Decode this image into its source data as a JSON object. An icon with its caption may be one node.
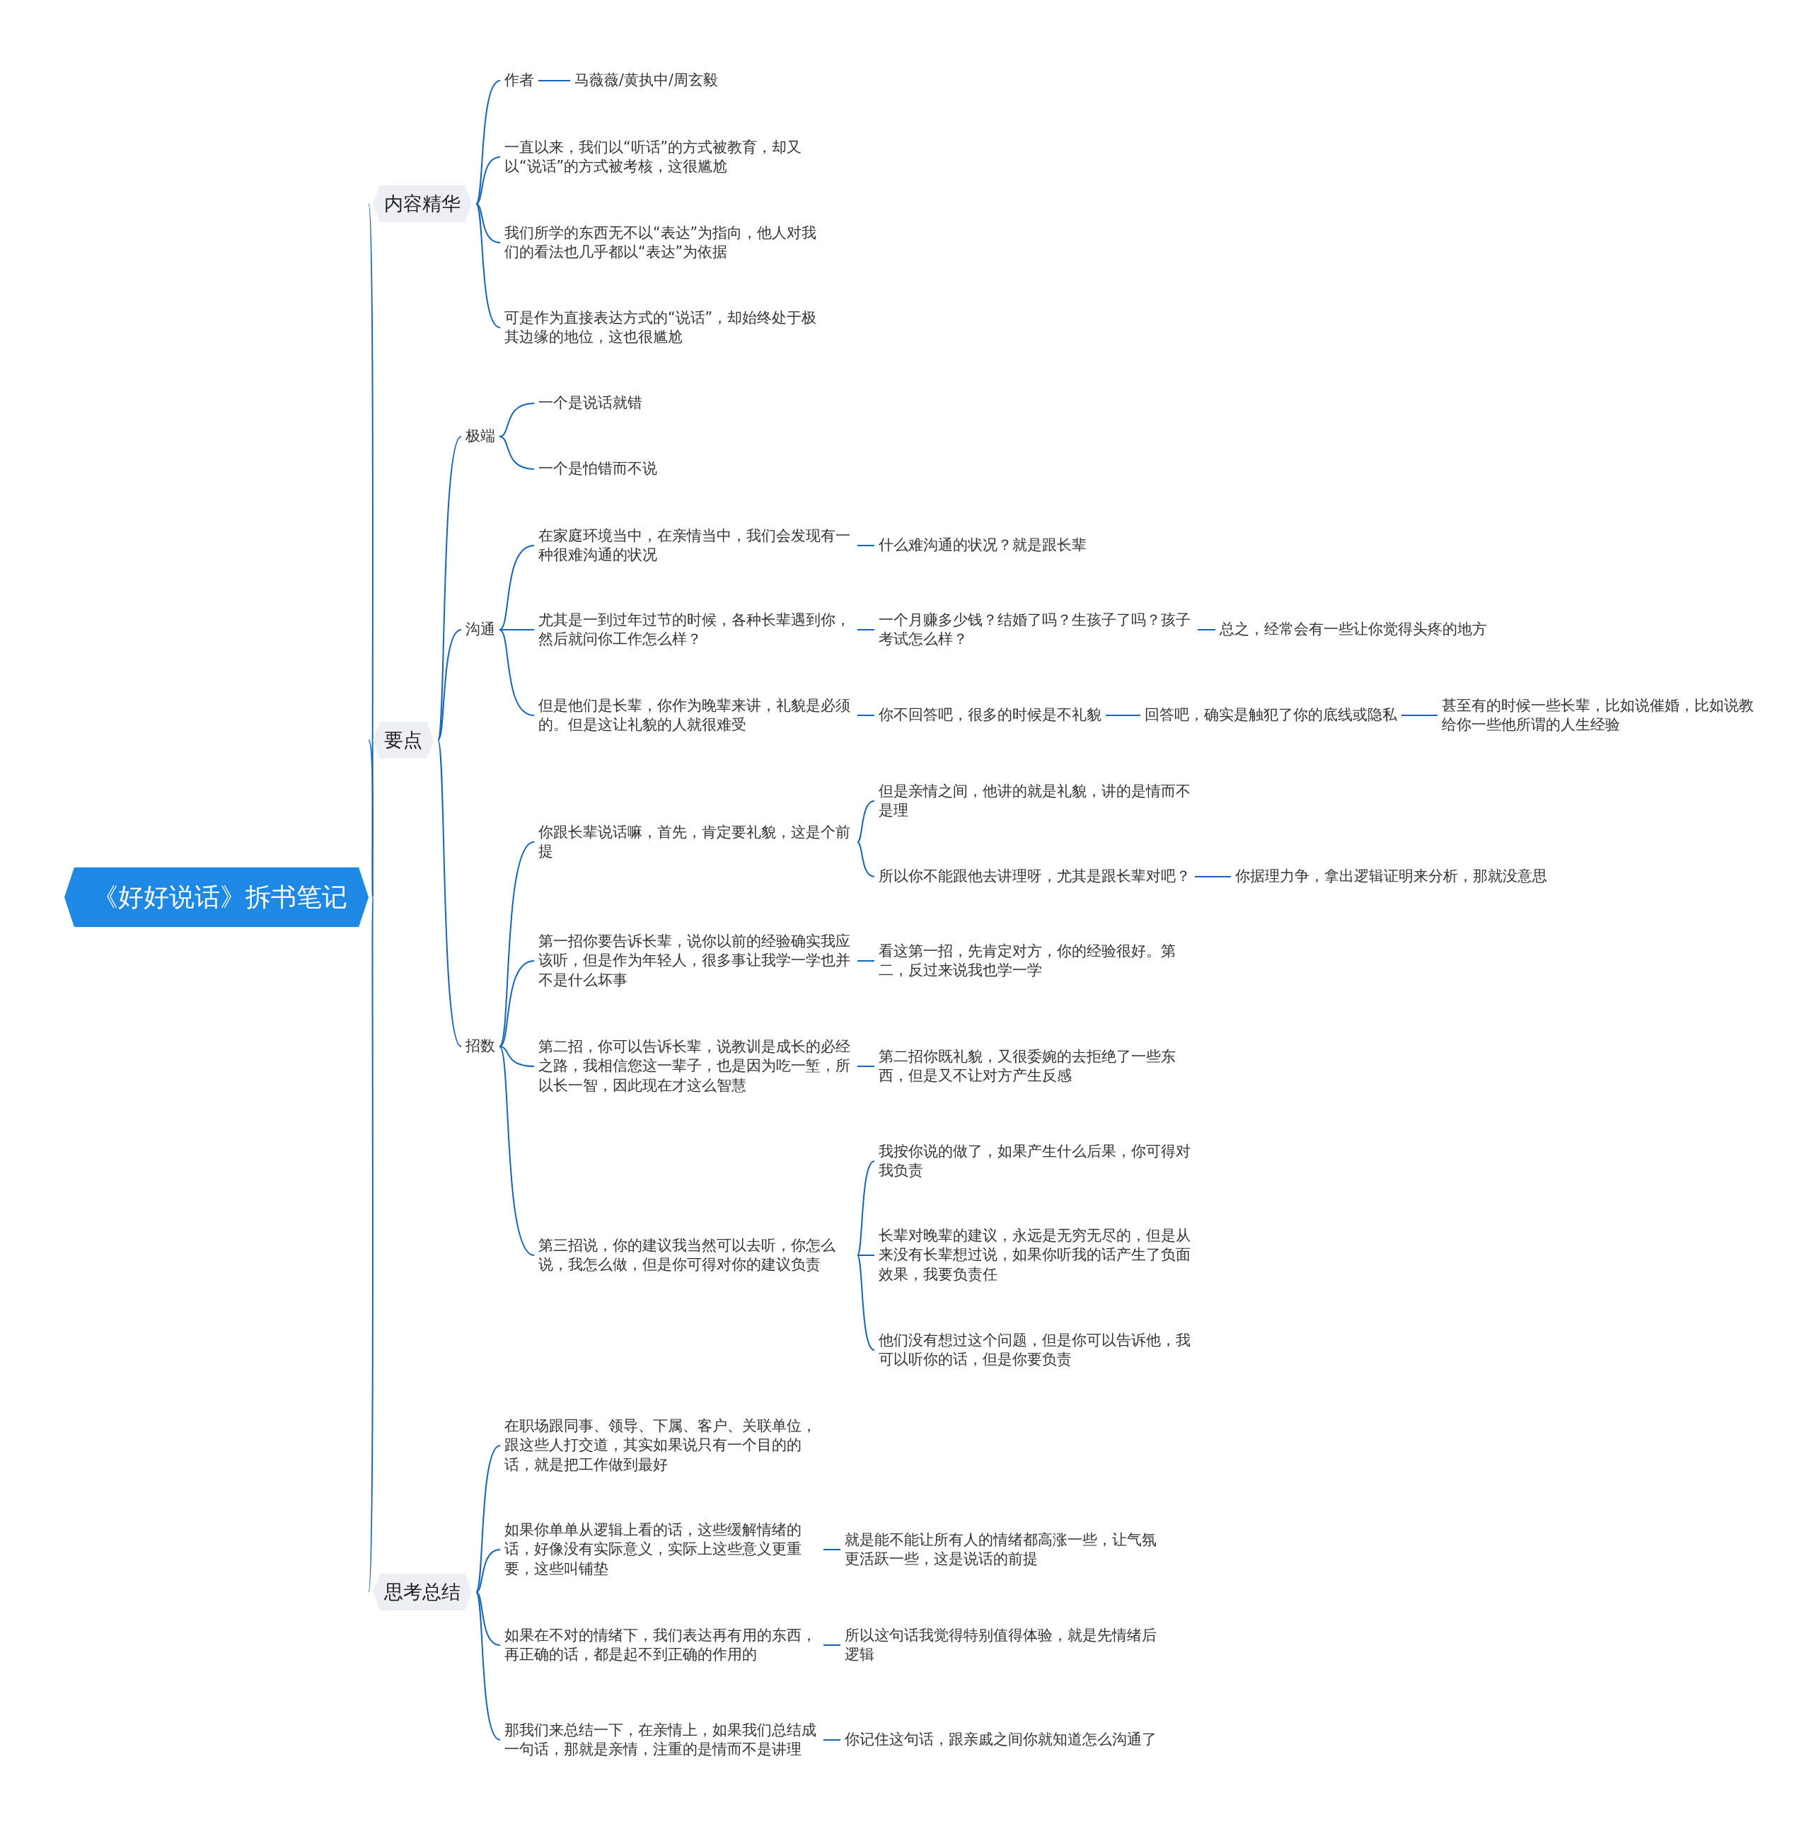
{
  "diagram": {
    "nodes": [
      {
        "text": [
          "《好好说话》拆书笔记"
        ]
      },
      {
        "text": [
          "内容精华"
        ]
      },
      {
        "text": [
          "作者"
        ]
      },
      {
        "text": [
          "马薇薇/黄执中/周玄毅"
        ]
      },
      {
        "text": [
          "一直以来，我们以“听话”的方式被教育，却又以“说话”的方式被考核，这很尴尬"
        ]
      },
      {
        "text": [
          "我们所学的东西无不以“表达”为指向，他人对我们的看法也几乎都以“表达”为依据"
        ]
      },
      {
        "text": [
          "可是作为直接表达方式的“说话”，却始终处于极其边缘的地位，这也很尴尬"
        ]
      },
      {
        "text": [
          "要点"
        ]
      },
      {
        "text": [
          "极端"
        ]
      },
      {
        "text": [
          "一个是说话就错"
        ]
      },
      {
        "text": [
          "一个是怕错而不说"
        ]
      },
      {
        "text": [
          "沟通"
        ]
      },
      {
        "text": [
          "在家庭环境当中，在亲情当中，我们会发现有一种很难沟通的状况"
        ]
      },
      {
        "text": [
          "什么难沟通的状况？就是跟长辈"
        ]
      },
      {
        "text": [
          "尤其是一到过年过节的时候，各种长辈遇到你，然后就问你工作怎么样？"
        ]
      },
      {
        "text": [
          "一个月赚多少钱？结婚了吗？生孩子了吗？孩子考试怎么样？"
        ]
      },
      {
        "text": [
          "总之，经常会有一些让你觉得头疼的地方"
        ]
      },
      {
        "text": [
          "但是他们是长辈，你作为晚辈来讲，礼貌是必须的。但是这让礼貌的人就很难受"
        ]
      },
      {
        "text": [
          "你不回答吧，很多的时候是不礼貌"
        ]
      },
      {
        "text": [
          "回答吧，确实是触犯了你的底线或隐私"
        ]
      },
      {
        "text": [
          "甚至有的时候一些长辈，比如说催婚，比如说教给你一些他所谓的人生经验"
        ]
      },
      {
        "text": [
          "招数"
        ]
      },
      {
        "text": [
          "你跟长辈说话嘛，首先，肯定要礼貌，这是个前提"
        ]
      },
      {
        "text": [
          "但是亲情之间，他讲的就是礼貌，讲的是情而不是理"
        ]
      },
      {
        "text": [
          "所以你不能跟他去讲理呀，尤其是跟长辈对吧？"
        ]
      },
      {
        "text": [
          "你据理力争，拿出逻辑证明来分析，那就没意思"
        ]
      },
      {
        "text": [
          "第一招你要告诉长辈，说你以前的经验确实我应该听，但是作为年轻人，很多事让我学一学也并不是什么坏事"
        ]
      },
      {
        "text": [
          "看这第一招，先肯定对方，你的经验很好。第二，反过来说我也学一学"
        ]
      },
      {
        "text": [
          "第二招，你可以告诉长辈，说教训是成长的必经之路，我相信您这一辈子，也是因为吃一堑，所以长一智，因此现在才这么智慧"
        ]
      },
      {
        "text": [
          "第二招你既礼貌，又很委婉的去拒绝了一些东西，但是又不让对方产生反感"
        ]
      },
      {
        "text": [
          "第三招说，你的建议我当然可以去听，你怎么说，我怎么做，但是你可得对你的建议负责"
        ]
      },
      {
        "text": [
          "我按你说的做了，如果产生什么后果，你可得对我负责"
        ]
      },
      {
        "text": [
          "长辈对晚辈的建议，永远是无穷无尽的，但是从来没有长辈想过说，如果你听我的话产生了负面效果，我要负责任"
        ]
      },
      {
        "text": [
          "他们没有想过这个问题，但是你可以告诉他，我可以听你的话，但是你要负责"
        ]
      },
      {
        "text": [
          "思考总结"
        ]
      },
      {
        "text": [
          "在职场跟同事、领导、下属、客户、关联单位，跟这些人打交道，其实如果说只有一个目的的话，就是把工作做到最好"
        ]
      },
      {
        "text": [
          "如果你单单从逻辑上看的话，这些缓解情绪的话，好像没有实际意义，实际上这些意义更重要，这些叫铺垫"
        ]
      },
      {
        "text": [
          "就是能不能让所有人的情绪都高涨一些，让气氛更活跃一些，这是说话的前提"
        ]
      },
      {
        "text": [
          "如果在不对的情绪下，我们表达再有用的东西，再正确的话，都是起不到正确的作用的"
        ]
      },
      {
        "text": [
          "所以这句话我觉得特别值得体验，就是先情绪后逻辑"
        ]
      },
      {
        "text": [
          "那我们来总结一下，在亲情上，如果我们总结成一句话，那就是亲情，注重的是情而不是讲理"
        ]
      },
      {
        "text": [
          "你记住这句话，跟亲戚之间你就知道怎么沟通了"
        ]
      }
    ],
    "edges": [
      {
        "from": 0,
        "to": 1,
        "arrow": "none"
      },
      {
        "from": 1,
        "to": 2,
        "arrow": "none"
      },
      {
        "from": 2,
        "to": 3,
        "arrow": "none"
      },
      {
        "from": 1,
        "to": 4,
        "arrow": "none"
      },
      {
        "from": 1,
        "to": 5,
        "arrow": "none"
      },
      {
        "from": 1,
        "to": 6,
        "arrow": "none"
      },
      {
        "from": 0,
        "to": 7,
        "arrow": "none"
      },
      {
        "from": 7,
        "to": 8,
        "arrow": "none"
      },
      {
        "from": 8,
        "to": 9,
        "arrow": "none"
      },
      {
        "from": 8,
        "to": 10,
        "arrow": "none"
      },
      {
        "from": 7,
        "to": 11,
        "arrow": "none"
      },
      {
        "from": 11,
        "to": 12,
        "arrow": "none"
      },
      {
        "from": 12,
        "to": 13,
        "arrow": "none"
      },
      {
        "from": 11,
        "to": 14,
        "arrow": "none"
      },
      {
        "from": 14,
        "to": 15,
        "arrow": "none"
      },
      {
        "from": 15,
        "to": 16,
        "arrow": "none"
      },
      {
        "from": 11,
        "to": 17,
        "arrow": "none"
      },
      {
        "from": 17,
        "to": 18,
        "arrow": "none"
      },
      {
        "from": 18,
        "to": 19,
        "arrow": "none"
      },
      {
        "from": 19,
        "to": 20,
        "arrow": "none"
      },
      {
        "from": 7,
        "to": 21,
        "arrow": "none"
      },
      {
        "from": 21,
        "to": 22,
        "arrow": "none"
      },
      {
        "from": 22,
        "to": 23,
        "arrow": "none"
      },
      {
        "from": 22,
        "to": 24,
        "arrow": "none"
      },
      {
        "from": 24,
        "to": 25,
        "arrow": "none"
      },
      {
        "from": 21,
        "to": 26,
        "arrow": "none"
      },
      {
        "from": 26,
        "to": 27,
        "arrow": "none"
      },
      {
        "from": 21,
        "to": 28,
        "arrow": "none"
      },
      {
        "from": 28,
        "to": 29,
        "arrow": "none"
      },
      {
        "from": 21,
        "to": 30,
        "arrow": "none"
      },
      {
        "from": 30,
        "to": 31,
        "arrow": "none"
      },
      {
        "from": 30,
        "to": 32,
        "arrow": "none"
      },
      {
        "from": 30,
        "to": 33,
        "arrow": "none"
      },
      {
        "from": 0,
        "to": 34,
        "arrow": "none"
      },
      {
        "from": 34,
        "to": 35,
        "arrow": "none"
      },
      {
        "from": 34,
        "to": 36,
        "arrow": "none"
      },
      {
        "from": 36,
        "to": 37,
        "arrow": "none"
      },
      {
        "from": 34,
        "to": 38,
        "arrow": "none"
      },
      {
        "from": 38,
        "to": 39,
        "arrow": "none"
      },
      {
        "from": 34,
        "to": 40,
        "arrow": "none"
      },
      {
        "from": 40,
        "to": 41,
        "arrow": "none"
      }
    ]
  }
}
